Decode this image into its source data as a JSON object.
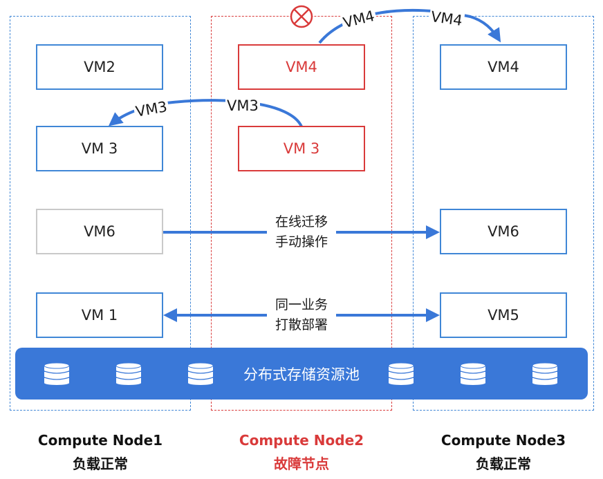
{
  "colors": {
    "blue": "#3f86d6",
    "red": "#d93a3a",
    "pool": "#3a78d8",
    "grey": "#c9c9c9"
  },
  "nodes": [
    {
      "title": "Compute Node1",
      "status": "负载正常"
    },
    {
      "title": "Compute Node2",
      "status": "故障节点"
    },
    {
      "title": "Compute Node3",
      "status": "负载正常"
    }
  ],
  "node1": {
    "vm2": "VM2",
    "vm3": "VM 3",
    "vm6": "VM6",
    "vm1": "VM 1"
  },
  "node2": {
    "vm4": "VM4",
    "vm3": "VM 3"
  },
  "node3": {
    "vm4": "VM4",
    "vm6": "VM6",
    "vm5": "VM5"
  },
  "arrows": {
    "vm4_a": "VM4",
    "vm4_b": "VM4",
    "vm3_a": "VM3",
    "vm3_b": "VM3",
    "live_migrate": [
      "在线迁移",
      "手动操作"
    ],
    "same_service": [
      "同一业务",
      "打散部署"
    ]
  },
  "pool": {
    "label": "分布式存储资源池"
  },
  "icons": {
    "fault": "fault-x-icon",
    "disk": "database-disk-icon"
  }
}
